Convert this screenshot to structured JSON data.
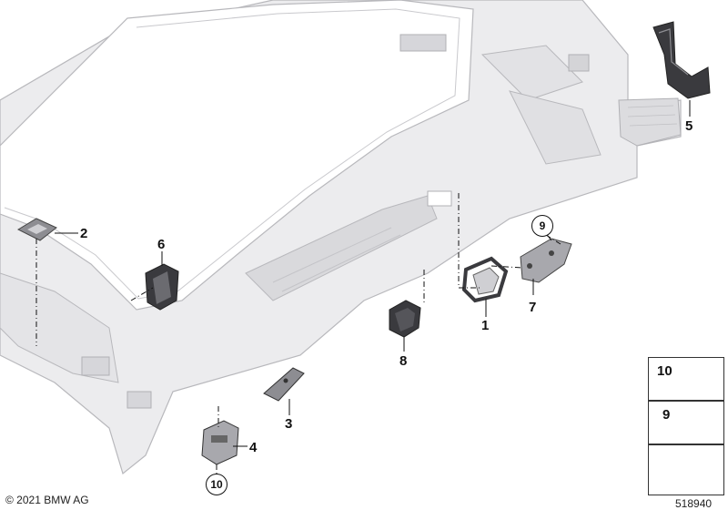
{
  "callouts": {
    "c1": "1",
    "c2": "2",
    "c3": "3",
    "c4": "4",
    "c5": "5",
    "c6": "6",
    "c7": "7",
    "c8": "8",
    "c9": "9",
    "c10": "10"
  },
  "legend": {
    "item10": "10",
    "item9": "9"
  },
  "footer": {
    "copyright": "© 2021 BMW AG",
    "diagram_number": "518940"
  },
  "colors": {
    "headliner_fill": "#ececee",
    "headliner_shade": "#d9d9dc",
    "outline": "#b8b8bc",
    "part_dark": "#3a3a3e",
    "part_mid": "#8d8d92",
    "part_light": "#cfcfd3"
  }
}
